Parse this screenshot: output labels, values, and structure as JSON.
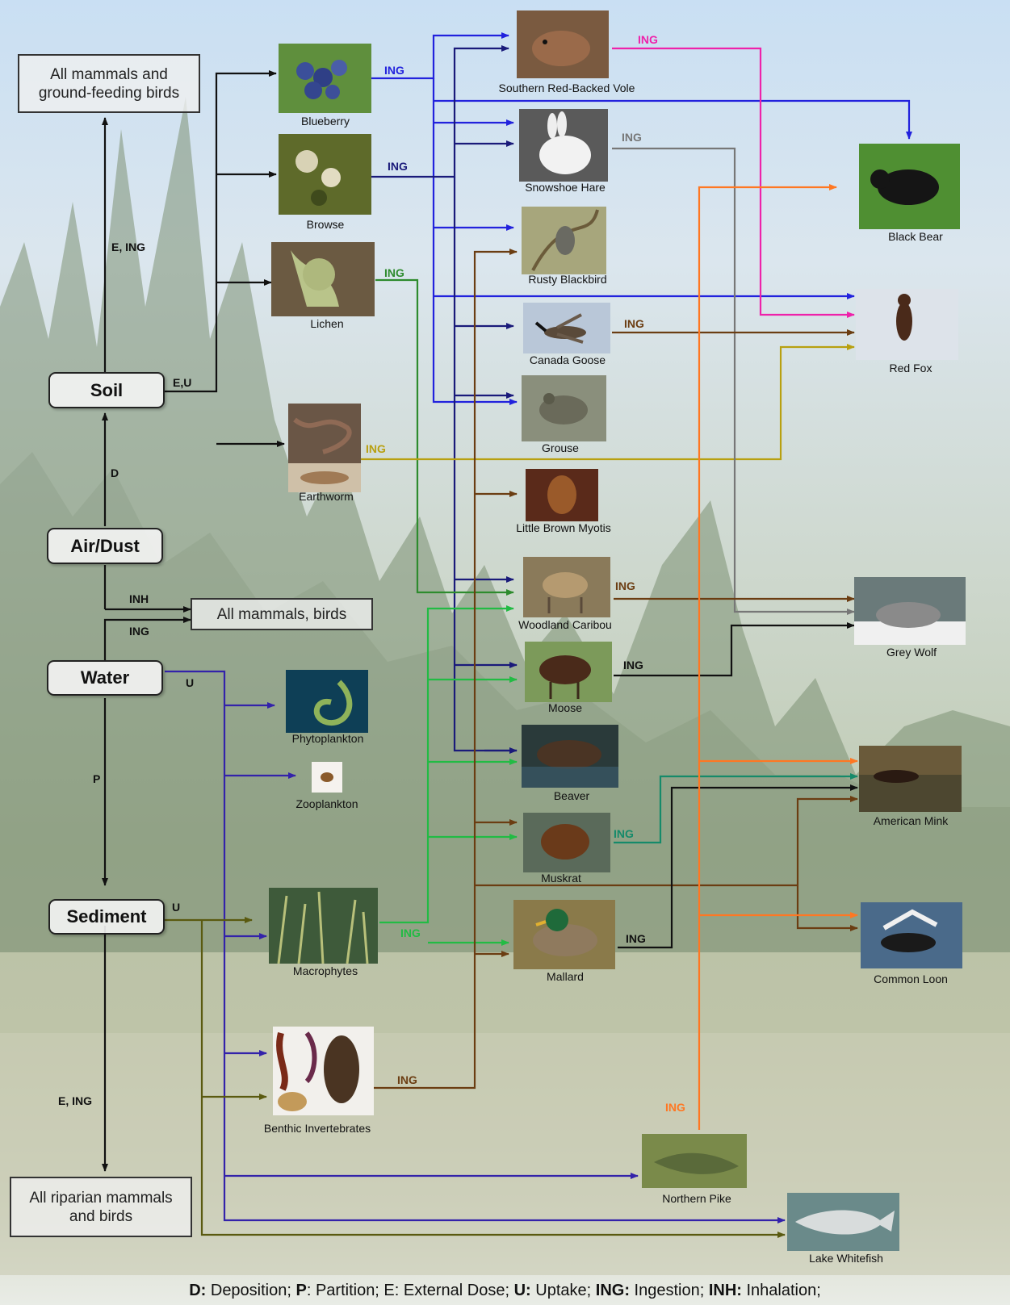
{
  "compartments": {
    "soil": "Soil",
    "air_dust": "Air/Dust",
    "water": "Water",
    "sediment": "Sediment"
  },
  "receptor_groups": {
    "mammals_ground_birds": "All mammals and\nground-feeding birds",
    "mammals_birds": "All mammals, birds",
    "riparian": "All riparian mammals\nand birds"
  },
  "species": {
    "blueberry": "Blueberry",
    "browse": "Browse",
    "lichen": "Lichen",
    "earthworm": "Earthworm",
    "phytoplankton": "Phytoplankton",
    "zooplankton": "Zooplankton",
    "macrophytes": "Macrophytes",
    "benthic": "Benthic Invertebrates",
    "vole": "Southern Red-Backed Vole",
    "hare": "Snowshoe Hare",
    "blackbird": "Rusty Blackbird",
    "goose": "Canada Goose",
    "grouse": "Grouse",
    "myotis": "Little Brown Myotis",
    "caribou": "Woodland Caribou",
    "moose": "Moose",
    "beaver": "Beaver",
    "muskrat": "Muskrat",
    "mallard": "Mallard",
    "pike": "Northern Pike",
    "whitefish": "Lake Whitefish",
    "bear": "Black Bear",
    "fox": "Red Fox",
    "wolf": "Grey Wolf",
    "mink": "American Mink",
    "loon": "Common Loon"
  },
  "pathway_labels": {
    "e_ing": "E, ING",
    "eu": "E,U",
    "d": "D",
    "inh": "INH",
    "ing": "ING",
    "u": "U",
    "p": "P"
  },
  "legend": {
    "d_key": "D:",
    "d_text": " Deposition; ",
    "p_key": "P",
    "p_text": ": Partition; E: External Dose; ",
    "u_key": "U:",
    "u_text": " Uptake; ",
    "ing_key": "ING:",
    "ing_text": " Ingestion; ",
    "inh_key": "INH:",
    "inh_text": " Inhalation;"
  },
  "colors": {
    "blue": "#2222dd",
    "navy": "#1a1a7a",
    "indigo": "#3322aa",
    "green": "#2e8b2e",
    "brightgreen": "#22bb44",
    "teal": "#158a6a",
    "brown": "#6b3d12",
    "olive": "#5a5a10",
    "black": "#111111",
    "magenta": "#ee22aa",
    "grey": "#777777",
    "orange": "#ff7722",
    "gold": "#b8a010"
  }
}
